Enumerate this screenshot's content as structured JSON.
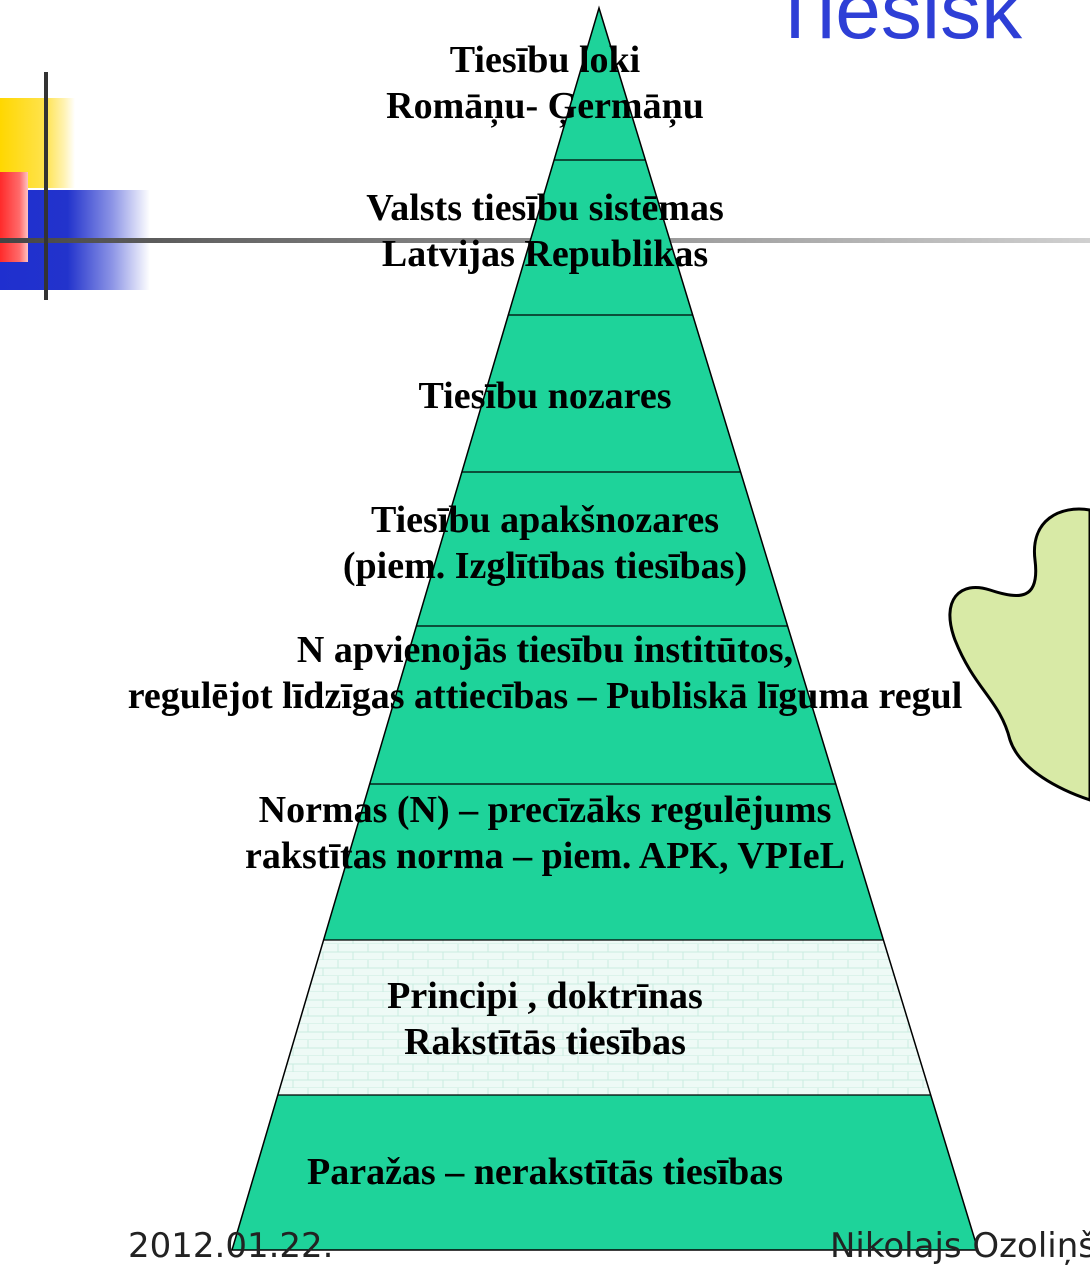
{
  "slide": {
    "title": "Tiesisk",
    "footer": {
      "date": "2012.01.22.",
      "author": "Nikolajs Ozoliņš"
    }
  },
  "colors": {
    "fill": "#1ed39a",
    "hatched_fill": "#eefaf6",
    "title": "#2e3fd6",
    "puzzle": "#d8eaa6"
  },
  "pyramid": {
    "layers": [
      {
        "lines": [
          "Tiesību loki",
          "Romāņu- Ģermāņu"
        ]
      },
      {
        "lines": [
          "Valsts tiesību sistēmas",
          "Latvijas Republikas"
        ]
      },
      {
        "lines": [
          "Tiesību nozares"
        ]
      },
      {
        "lines": [
          "Tiesību apakšnozares",
          "(piem. Izglītības tiesības)"
        ]
      },
      {
        "lines": [
          "N apvienojās tiesību institūtos,",
          "regulējot līdzīgas  attiecības – Publiskā līguma regul"
        ]
      },
      {
        "lines": [
          "Normas (N) – precīzāks regulējums",
          "rakstītas norma – piem. APK, VPIeL"
        ]
      },
      {
        "lines": [
          "Principi , doktrīnas",
          "Rakstītās tiesības"
        ],
        "pattern": "brick"
      },
      {
        "lines": [
          "Paražas – nerakstītās tiesības"
        ]
      }
    ]
  }
}
